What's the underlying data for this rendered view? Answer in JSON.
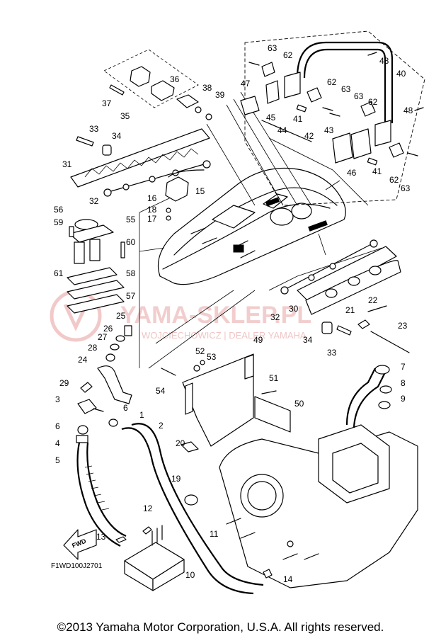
{
  "diagram": {
    "code": "F1WD100J2701",
    "fwd_label": "FWD",
    "copyright": "©2013 Yamaha Motor Corporation, U.S.A. All rights reserved.",
    "watermark": {
      "title": "YAMA-SKLEP.PL",
      "subtitle": "WOJCIECHOWICZ | DEALER YAMAHA"
    },
    "callouts": [
      "1",
      "2",
      "3",
      "4",
      "5",
      "6",
      "6",
      "7",
      "8",
      "9",
      "10",
      "11",
      "12",
      "13",
      "14",
      "15",
      "16",
      "17",
      "18",
      "19",
      "20",
      "21",
      "22",
      "23",
      "24",
      "25",
      "26",
      "27",
      "28",
      "29",
      "30",
      "31",
      "32",
      "32",
      "33",
      "33",
      "34",
      "34",
      "35",
      "36",
      "37",
      "38",
      "39",
      "40",
      "41",
      "41",
      "42",
      "43",
      "44",
      "45",
      "46",
      "47",
      "48",
      "48",
      "49",
      "50",
      "51",
      "52",
      "53",
      "54",
      "55",
      "56",
      "57",
      "58",
      "59",
      "60",
      "61",
      "62",
      "62",
      "62",
      "62",
      "63",
      "63",
      "63",
      "63"
    ]
  }
}
